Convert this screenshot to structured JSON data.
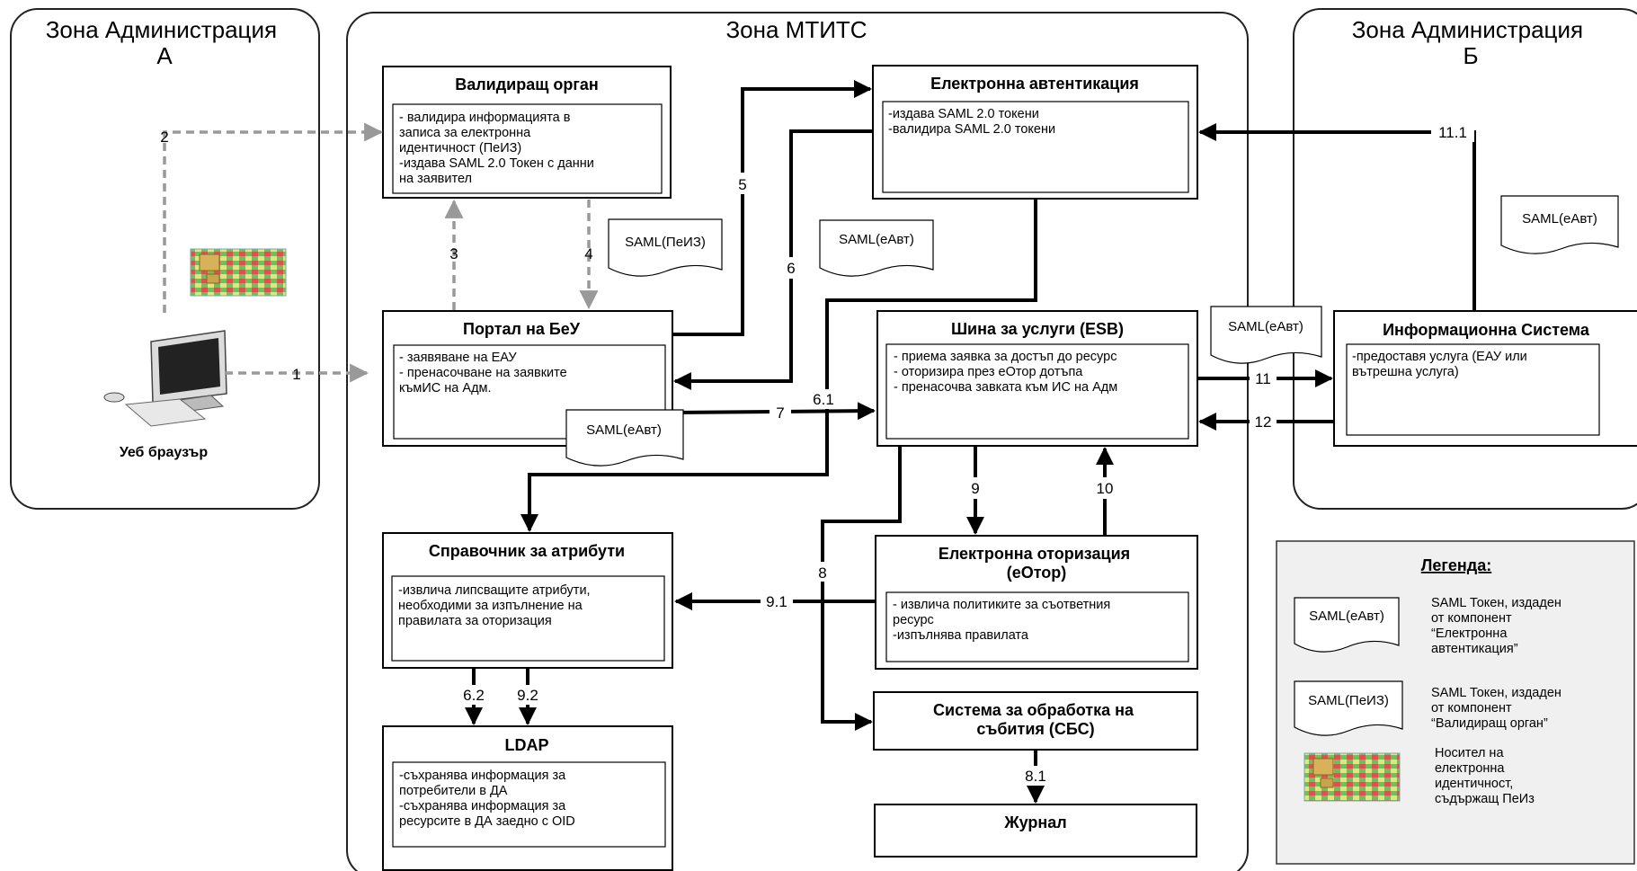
{
  "zones": {
    "left": [
      "Зона Администрация",
      "А"
    ],
    "middle": [
      "Зона МТИТС"
    ],
    "right": [
      "Зона Администрация",
      "Б"
    ]
  },
  "browser_label": "Уеб браузър",
  "boxes": {
    "validator": {
      "title": [
        "Валидиращ орган"
      ],
      "lines": [
        "- валидира информацията в",
        "записа за електронна",
        "идентичност (ПеИЗ)",
        "-издава SAML 2.0 Токен с данни",
        "на заявител"
      ]
    },
    "eauth": {
      "title": [
        "Електронна автентикация"
      ],
      "lines": [
        "-издава SAML 2.0 токени",
        "-валидира SAML 2.0 токени"
      ]
    },
    "portal": {
      "title": [
        "Портал на БеУ"
      ],
      "lines": [
        "- заявяване на ЕАУ",
        "- пренасочване на заявките",
        "къмИС на Адм."
      ]
    },
    "esb": {
      "title": [
        "Шина за услуги (ESB)"
      ],
      "lines": [
        "- приема заявка за достъп до ресурс",
        "- оторизира през еОтор дотъпа",
        "- пренасочва завката към ИС на Адм"
      ]
    },
    "infosys": {
      "title": [
        "Информационна Система"
      ],
      "lines": [
        "-предоставя услуга (ЕАУ или",
        "вътрешна услуга)"
      ]
    },
    "attrdir": {
      "title": [
        "Справочник за атрибути"
      ],
      "lines": [
        "-извлича липсващите атрибути,",
        "необходими за изпълнение на",
        "правилата за оторизация"
      ]
    },
    "eauthz": {
      "title": [
        "Електронна оторизация",
        "(еОтор)"
      ],
      "lines": [
        "- извлича политиките за съответния",
        "ресурс",
        "-изпълнява правилата"
      ]
    },
    "ldap": {
      "title": [
        "LDAP"
      ],
      "lines": [
        "-съхранява информация за",
        "потребители в ДА",
        "-съхранява информация за",
        "ресурсите в ДА заедно с OID"
      ]
    },
    "events": {
      "title": [
        "Система за обработка на",
        "събития (СБС)"
      ],
      "lines": []
    },
    "journal": {
      "title": [
        "Журнал"
      ],
      "lines": []
    }
  },
  "edge_labels": {
    "e1": "1",
    "e2": "2",
    "e3": "3",
    "e4": "4",
    "e5": "5",
    "e6": "6",
    "e61": "6.1",
    "e62": "6.2",
    "e7": "7",
    "e8": "8",
    "e81": "8.1",
    "e9": "9",
    "e91": "9.1",
    "e92": "9.2",
    "e10": "10",
    "e11": "11",
    "e111": "11.1",
    "e12": "12"
  },
  "saml_tokens": {
    "s_peiz": "SAML(ПеИЗ)",
    "s_eavt_mid": "SAML(еАвт)",
    "s_eavt_portal": "SAML(еАвт)",
    "s_eavt_esb": "SAML(еАвт)",
    "s_eavt_right": "SAML(еАвт)"
  },
  "legend": {
    "title": "Легенда:",
    "token_eavt": "SAML(еАвт)",
    "token_peiz": "SAML(ПеИЗ)",
    "desc_eavt": [
      "SAML Токен, издаден",
      "от компонент",
      "“Електронна",
      "автентикация”"
    ],
    "desc_peiz": [
      "SAML Токен, издаден",
      "от компонент",
      "“Валидиращ орган”"
    ],
    "desc_card": [
      "Носител на",
      "електронна",
      "идентичност,",
      "съдържащ ПеИз"
    ]
  },
  "colors": {
    "zone_border": "#222222",
    "dashed": "#999999",
    "legend_bg": "#f0f0f0",
    "card_green": "#5aa84a",
    "card_red": "#d04040"
  },
  "icons": [
    "computer-monitor-icon",
    "keyboard-icon",
    "mouse-icon",
    "smart-card-icon"
  ]
}
